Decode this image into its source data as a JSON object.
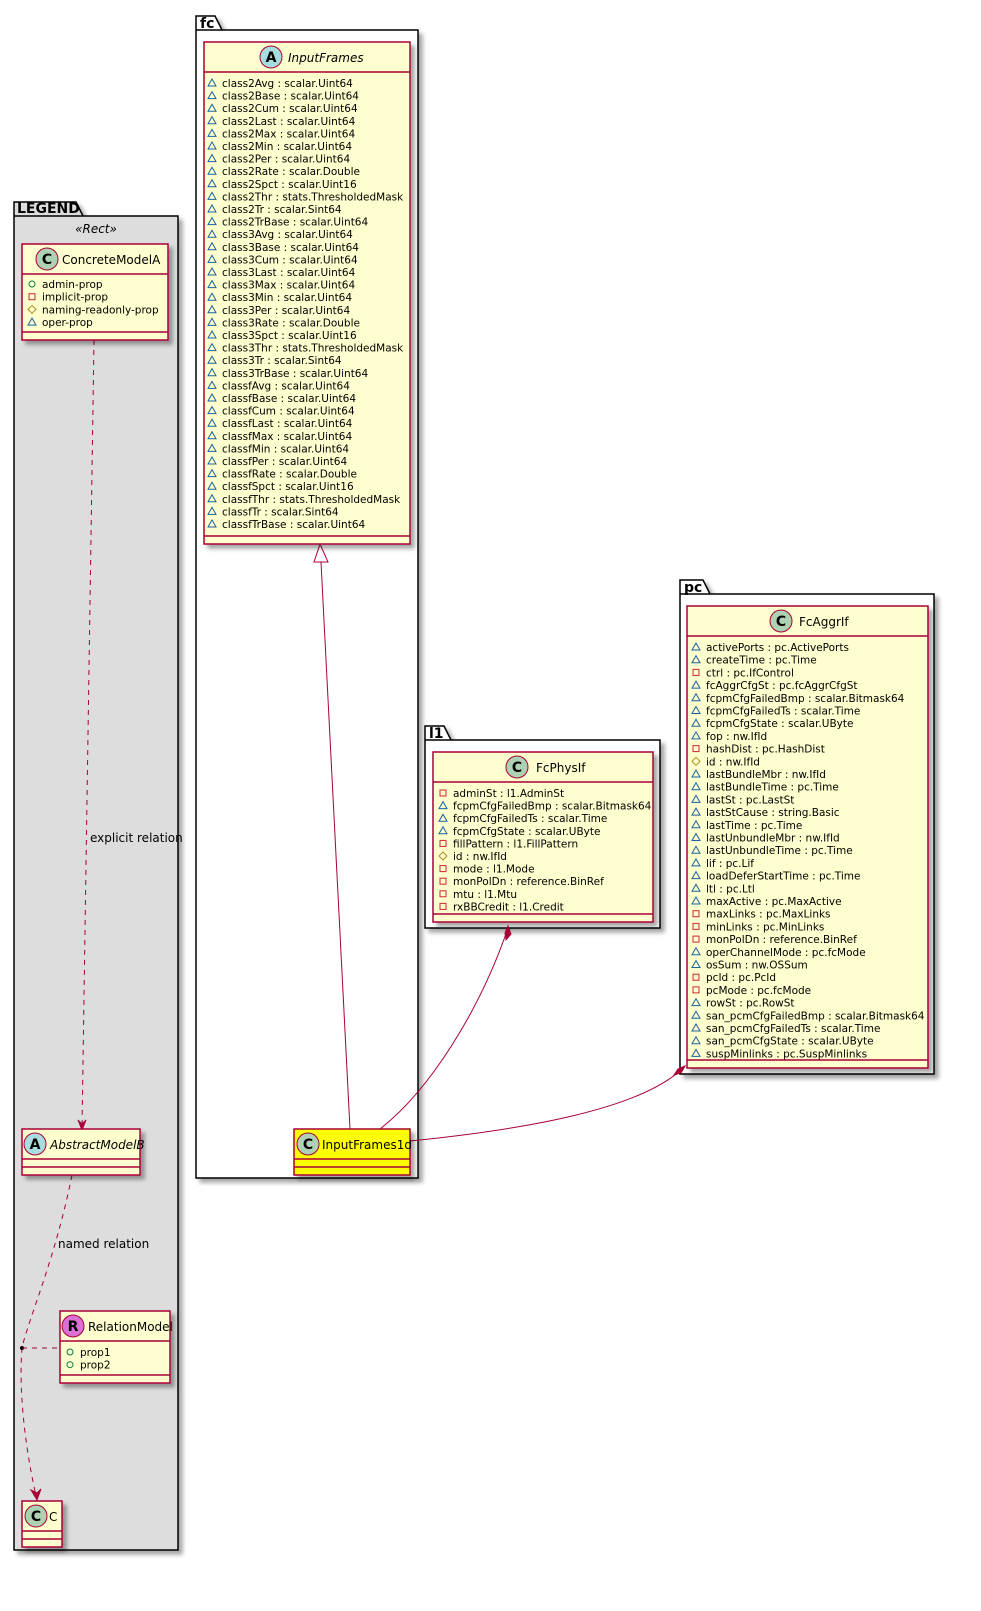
{
  "packages": {
    "legend": {
      "name": "LEGEND",
      "stereotype": "«Rect»"
    },
    "fc": {
      "name": "fc"
    },
    "l1": {
      "name": "l1"
    },
    "pc": {
      "name": "pc"
    }
  },
  "legend": {
    "concrete": {
      "name": "ConcreteModelA",
      "kind": "C",
      "attrs": [
        {
          "vis": "+",
          "text": "admin-prop"
        },
        {
          "vis": "-",
          "text": "implicit-prop"
        },
        {
          "vis": "#",
          "text": "naming-readonly-prop"
        },
        {
          "vis": "~",
          "text": "oper-prop"
        }
      ]
    },
    "abstract": {
      "name": "AbstractModelB",
      "kind": "A"
    },
    "relation": {
      "name": "RelationModel",
      "kind": "R",
      "attrs": [
        {
          "vis": "+",
          "text": "prop1"
        },
        {
          "vis": "+",
          "text": "prop2"
        }
      ]
    },
    "c": {
      "name": "C",
      "kind": "C"
    },
    "explicit_label": "explicit relation",
    "named_label": "named relation"
  },
  "input_frames": {
    "name": "InputFrames",
    "kind": "A",
    "attrs": [
      "class2Avg : scalar.Uint64",
      "class2Base : scalar.Uint64",
      "class2Cum : scalar.Uint64",
      "class2Last : scalar.Uint64",
      "class2Max : scalar.Uint64",
      "class2Min : scalar.Uint64",
      "class2Per : scalar.Uint64",
      "class2Rate : scalar.Double",
      "class2Spct : scalar.Uint16",
      "class2Thr : stats.ThresholdedMask",
      "class2Tr : scalar.Sint64",
      "class2TrBase : scalar.Uint64",
      "class3Avg : scalar.Uint64",
      "class3Base : scalar.Uint64",
      "class3Cum : scalar.Uint64",
      "class3Last : scalar.Uint64",
      "class3Max : scalar.Uint64",
      "class3Min : scalar.Uint64",
      "class3Per : scalar.Uint64",
      "class3Rate : scalar.Double",
      "class3Spct : scalar.Uint16",
      "class3Thr : stats.ThresholdedMask",
      "class3Tr : scalar.Sint64",
      "class3TrBase : scalar.Uint64",
      "classfAvg : scalar.Uint64",
      "classfBase : scalar.Uint64",
      "classfCum : scalar.Uint64",
      "classfLast : scalar.Uint64",
      "classfMax : scalar.Uint64",
      "classfMin : scalar.Uint64",
      "classfPer : scalar.Uint64",
      "classfRate : scalar.Double",
      "classfSpct : scalar.Uint16",
      "classfThr : stats.ThresholdedMask",
      "classfTr : scalar.Sint64",
      "classfTrBase : scalar.Uint64"
    ]
  },
  "input_frames_1d": {
    "name": "InputFrames1d",
    "kind": "C",
    "fill": "#FFFF00"
  },
  "fc_phys_if": {
    "name": "FcPhysIf",
    "kind": "C",
    "attrs": [
      {
        "vis": "-",
        "text": "adminSt : l1.AdminSt"
      },
      {
        "vis": "~",
        "text": "fcpmCfgFailedBmp : scalar.Bitmask64"
      },
      {
        "vis": "~",
        "text": "fcpmCfgFailedTs : scalar.Time"
      },
      {
        "vis": "~",
        "text": "fcpmCfgState : scalar.UByte"
      },
      {
        "vis": "-",
        "text": "fillPattern : l1.FillPattern"
      },
      {
        "vis": "#",
        "text": "id : nw.IfId"
      },
      {
        "vis": "-",
        "text": "mode : l1.Mode"
      },
      {
        "vis": "-",
        "text": "monPolDn : reference.BinRef"
      },
      {
        "vis": "-",
        "text": "mtu : l1.Mtu"
      },
      {
        "vis": "-",
        "text": "rxBBCredit : l1.Credit"
      }
    ]
  },
  "fc_aggr_if": {
    "name": "FcAggrIf",
    "kind": "C",
    "attrs": [
      {
        "vis": "~",
        "text": "activePorts : pc.ActivePorts"
      },
      {
        "vis": "~",
        "text": "createTime : pc.Time"
      },
      {
        "vis": "-",
        "text": "ctrl : pc.IfControl"
      },
      {
        "vis": "~",
        "text": "fcAggrCfgSt : pc.fcAggrCfgSt"
      },
      {
        "vis": "~",
        "text": "fcpmCfgFailedBmp : scalar.Bitmask64"
      },
      {
        "vis": "~",
        "text": "fcpmCfgFailedTs : scalar.Time"
      },
      {
        "vis": "~",
        "text": "fcpmCfgState : scalar.UByte"
      },
      {
        "vis": "~",
        "text": "fop : nw.IfId"
      },
      {
        "vis": "-",
        "text": "hashDist : pc.HashDist"
      },
      {
        "vis": "#",
        "text": "id : nw.IfId"
      },
      {
        "vis": "~",
        "text": "lastBundleMbr : nw.IfId"
      },
      {
        "vis": "~",
        "text": "lastBundleTime : pc.Time"
      },
      {
        "vis": "~",
        "text": "lastSt : pc.LastSt"
      },
      {
        "vis": "~",
        "text": "lastStCause : string.Basic"
      },
      {
        "vis": "~",
        "text": "lastTime : pc.Time"
      },
      {
        "vis": "~",
        "text": "lastUnbundleMbr : nw.IfId"
      },
      {
        "vis": "~",
        "text": "lastUnbundleTime : pc.Time"
      },
      {
        "vis": "~",
        "text": "lif : pc.Lif"
      },
      {
        "vis": "~",
        "text": "loadDeferStartTime : pc.Time"
      },
      {
        "vis": "~",
        "text": "ltl : pc.Ltl"
      },
      {
        "vis": "~",
        "text": "maxActive : pc.MaxActive"
      },
      {
        "vis": "-",
        "text": "maxLinks : pc.MaxLinks"
      },
      {
        "vis": "-",
        "text": "minLinks : pc.MinLinks"
      },
      {
        "vis": "-",
        "text": "monPolDn : reference.BinRef"
      },
      {
        "vis": "~",
        "text": "operChannelMode : pc.fcMode"
      },
      {
        "vis": "~",
        "text": "osSum : nw.OSSum"
      },
      {
        "vis": "-",
        "text": "pcId : pc.PcId"
      },
      {
        "vis": "-",
        "text": "pcMode : pc.fcMode"
      },
      {
        "vis": "~",
        "text": "rowSt : pc.RowSt"
      },
      {
        "vis": "~",
        "text": "san_pcmCfgFailedBmp : scalar.Bitmask64"
      },
      {
        "vis": "~",
        "text": "san_pcmCfgFailedTs : scalar.Time"
      },
      {
        "vis": "~",
        "text": "san_pcmCfgState : scalar.UByte"
      },
      {
        "vis": "~",
        "text": "suspMinlinks : pc.SuspMinlinks"
      }
    ]
  },
  "colors": {
    "class_fill": "#FEFECE",
    "class_border": "#A80036",
    "legend_fill": "#DDDDDD",
    "circle_c": "#ADD1B2",
    "circle_a": "#A9DCDF",
    "circle_r": "#DA70D6",
    "highlight": "#FFFF00"
  }
}
